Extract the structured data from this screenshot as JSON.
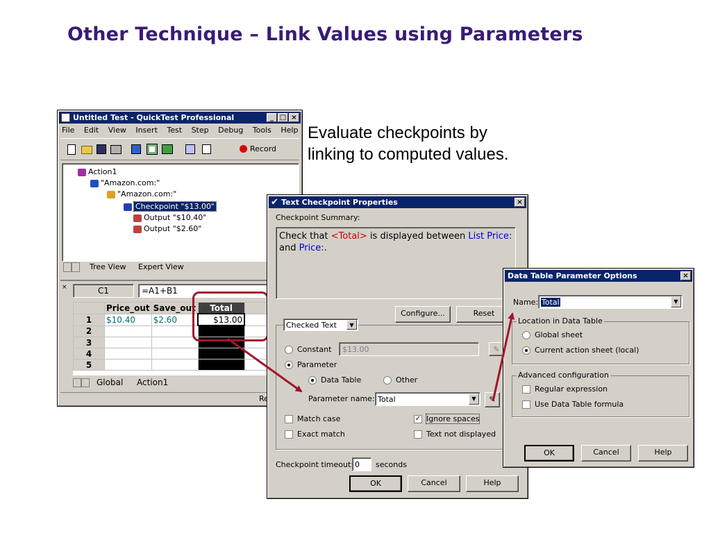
{
  "slide": {
    "title": "Other Technique – Link Values using Parameters",
    "caption": "Evaluate checkpoints by linking to computed values."
  },
  "qtp": {
    "title": "Untitled Test - QuickTest Professional",
    "menu": [
      "File",
      "Edit",
      "View",
      "Insert",
      "Test",
      "Step",
      "Debug",
      "Tools",
      "Help"
    ],
    "record_label": "Record",
    "tree": {
      "action": "Action1",
      "browser": "\"Amazon.com:\"",
      "page": "\"Amazon.com:\"",
      "checkpoint": "Checkpoint \"$13.00\"",
      "output1": "Output \"$10.40\"",
      "output2": "Output \"$2.60\""
    },
    "tabs": {
      "tree": "Tree View",
      "expert": "Expert View"
    },
    "formula": {
      "cell": "C1",
      "value": "=A1+B1"
    },
    "grid": {
      "headers": [
        "Price_out",
        "Save_out",
        "Total"
      ],
      "rows": [
        {
          "num": "1",
          "a": "$10.40",
          "b": "$2.60",
          "c": "$13.00"
        },
        {
          "num": "2",
          "a": "",
          "b": "",
          "c": ""
        },
        {
          "num": "3",
          "a": "",
          "b": "",
          "c": ""
        },
        {
          "num": "4",
          "a": "",
          "b": "",
          "c": ""
        },
        {
          "num": "5",
          "a": "",
          "b": "",
          "c": ""
        }
      ]
    },
    "sheet_tabs": {
      "global": "Global",
      "action": "Action1"
    },
    "status_text": "Re"
  },
  "checkpoint_dialog": {
    "title": "Text Checkpoint Properties",
    "summary_label": "Checkpoint Summary:",
    "summary": {
      "part1": "Check that ",
      "total": "<Total>",
      "part2": " is  displayed between ",
      "list_price": "List Price:",
      "part3": "and ",
      "price": "Price:",
      "part4": "."
    },
    "configure_label": "Configure...",
    "reset_label": "Reset",
    "checked_text": "Checked Text",
    "constant_label": "Constant",
    "constant_value": "$13.00",
    "parameter_label": "Parameter",
    "data_table_label": "Data Table",
    "other_label": "Other",
    "param_name_label": "Parameter name:",
    "param_name_value": "Total",
    "match_case": "Match case",
    "exact_match": "Exact match",
    "ignore_spaces": "Ignore spaces",
    "text_not_displayed": "Text not displayed",
    "timeout_label": "Checkpoint timeout:",
    "timeout_value": "0",
    "seconds_label": "seconds",
    "ok": "OK",
    "cancel": "Cancel",
    "help": "Help"
  },
  "param_dialog": {
    "title": "Data Table Parameter Options",
    "name_label": "Name:",
    "name_value": "Total",
    "location_label": "Location in Data Table",
    "global_sheet": "Global sheet",
    "current_sheet": "Current action sheet (local)",
    "advanced_label": "Advanced configuration",
    "regex": "Regular expression",
    "formula": "Use Data Table formula",
    "ok": "OK",
    "cancel": "Cancel",
    "help": "Help"
  },
  "colors": {
    "title": "#3a1a78",
    "titlebar": "#0a246a",
    "highlight_box": "#a0162e",
    "link_red": "#d00000",
    "link_blue": "#0000e0"
  }
}
